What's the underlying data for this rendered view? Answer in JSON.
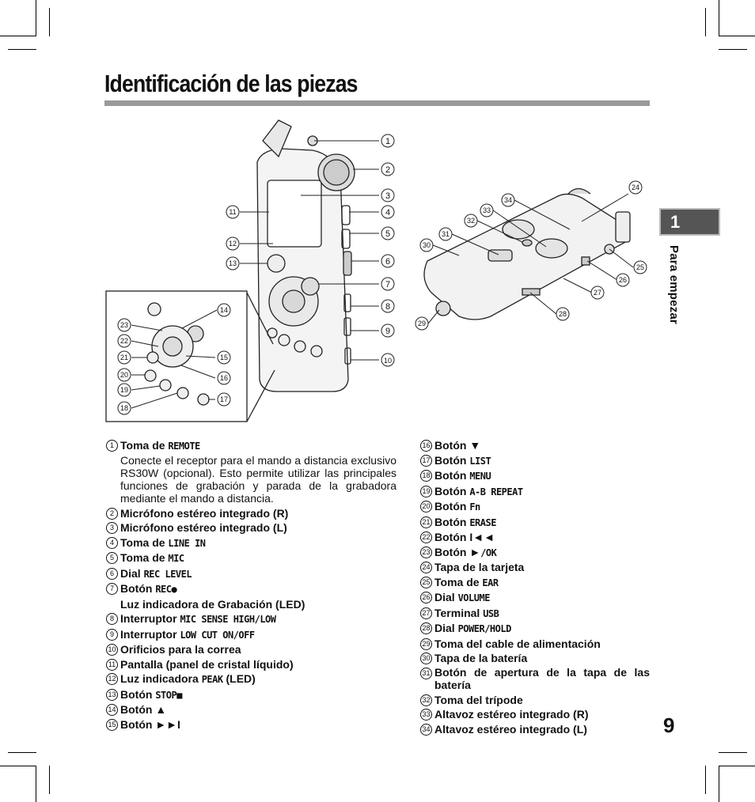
{
  "page": {
    "title": "Identificación de las piezas",
    "chapter_number": "1",
    "chapter_label": "Para empezar",
    "page_number": "9"
  },
  "figure_callouts": [
    "1",
    "2",
    "3",
    "4",
    "5",
    "6",
    "7",
    "8",
    "9",
    "10",
    "11",
    "12",
    "13",
    "14",
    "15",
    "16",
    "17",
    "18",
    "19",
    "20",
    "21",
    "22",
    "23",
    "24",
    "25",
    "26",
    "27",
    "28",
    "29",
    "30",
    "31",
    "32",
    "33",
    "34"
  ],
  "left_items": [
    {
      "n": "1",
      "pre": "Toma de ",
      "code": "REMOTE",
      "post": ""
    },
    {
      "n": "2",
      "pre": "Micrófono estéreo integrado (R)",
      "code": "",
      "post": ""
    },
    {
      "n": "3",
      "pre": "Micrófono estéreo integrado (L)",
      "code": "",
      "post": ""
    },
    {
      "n": "4",
      "pre": "Toma de ",
      "code": "LINE IN",
      "post": ""
    },
    {
      "n": "5",
      "pre": "Toma de ",
      "code": "MIC",
      "post": ""
    },
    {
      "n": "6",
      "pre": "Dial ",
      "code": "REC LEVEL",
      "post": ""
    },
    {
      "n": "7",
      "pre": "Botón ",
      "code": "REC●",
      "post": ""
    },
    {
      "n": "8",
      "pre": "Interruptor ",
      "code": "MIC SENSE HIGH/LOW",
      "post": ""
    },
    {
      "n": "9",
      "pre": "Interruptor ",
      "code": "LOW CUT ON/OFF",
      "post": ""
    },
    {
      "n": "10",
      "pre": "Orificios para la correa",
      "code": "",
      "post": ""
    },
    {
      "n": "11",
      "pre": "Pantalla (panel de cristal líquido)",
      "code": "",
      "post": ""
    },
    {
      "n": "12",
      "pre": "Luz indicadora ",
      "code": "PEAK",
      "post": " (LED)"
    },
    {
      "n": "13",
      "pre": "Botón ",
      "code": "STOP■",
      "post": ""
    },
    {
      "n": "14",
      "pre": "Botón ▲",
      "code": "",
      "post": ""
    },
    {
      "n": "15",
      "pre": "Botón ►►I",
      "code": "",
      "post": ""
    }
  ],
  "item1_desc": "Conecte el receptor para el mando a distancia exclusivo RS30W (opcional). Esto permite utilizar las principales funciones de grabación y parada de la grabadora mediante el mando a distancia.",
  "item7_sub": "Luz indicadora de Grabación (LED)",
  "right_items": [
    {
      "n": "16",
      "pre": "Botón ▼",
      "code": "",
      "post": ""
    },
    {
      "n": "17",
      "pre": "Botón ",
      "code": "LIST",
      "post": ""
    },
    {
      "n": "18",
      "pre": "Botón ",
      "code": "MENU",
      "post": ""
    },
    {
      "n": "19",
      "pre": "Botón ",
      "code": "A-B REPEAT",
      "post": ""
    },
    {
      "n": "20",
      "pre": "Botón ",
      "code": "Fn",
      "post": ""
    },
    {
      "n": "21",
      "pre": "Botón ",
      "code": "ERASE",
      "post": ""
    },
    {
      "n": "22",
      "pre": "Botón I◄◄",
      "code": "",
      "post": ""
    },
    {
      "n": "23",
      "pre": "Botón ►",
      "code": "/OK",
      "post": ""
    },
    {
      "n": "24",
      "pre": "Tapa de la tarjeta",
      "code": "",
      "post": ""
    },
    {
      "n": "25",
      "pre": "Toma de ",
      "code": "EAR",
      "post": ""
    },
    {
      "n": "26",
      "pre": "Dial ",
      "code": "VOLUME",
      "post": ""
    },
    {
      "n": "27",
      "pre": "Terminal ",
      "code": "USB",
      "post": ""
    },
    {
      "n": "28",
      "pre": "Dial ",
      "code": "POWER/HOLD",
      "post": ""
    },
    {
      "n": "29",
      "pre": "Toma del cable de alimentación",
      "code": "",
      "post": ""
    },
    {
      "n": "30",
      "pre": "Tapa de la batería",
      "code": "",
      "post": ""
    },
    {
      "n": "31",
      "pre": "Botón de apertura de la tapa de las batería",
      "code": "",
      "post": ""
    },
    {
      "n": "32",
      "pre": "Toma del trípode",
      "code": "",
      "post": ""
    },
    {
      "n": "33",
      "pre": "Altavoz estéreo integrado (R)",
      "code": "",
      "post": ""
    },
    {
      "n": "34",
      "pre": "Altavoz estéreo integrado (L)",
      "code": "",
      "post": ""
    }
  ]
}
